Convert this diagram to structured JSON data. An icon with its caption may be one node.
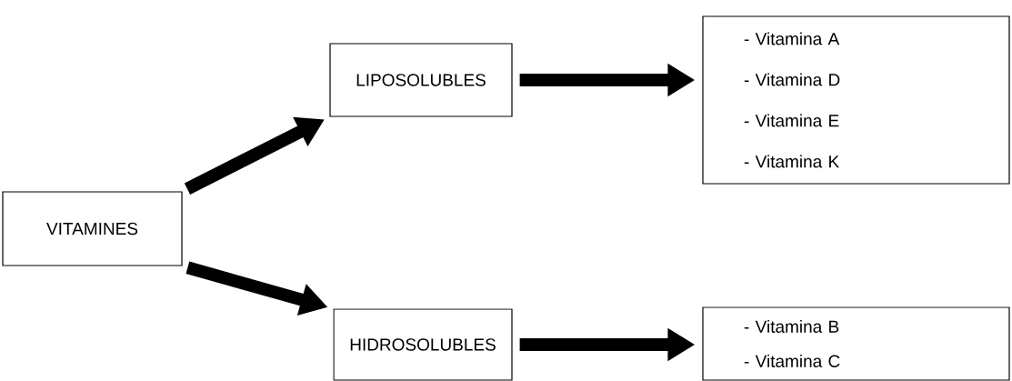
{
  "diagram": {
    "nodes": [
      {
        "text": [
          "VITAMINES"
        ]
      },
      {
        "text": [
          "LIPOSOLUBLES"
        ]
      },
      {
        "text": [
          "HIDROSOLUBLES"
        ]
      },
      {
        "text": [
          "-   Vitamina A",
          "-   Vitamina D",
          "-   Vitamina E",
          "-   Vitamina K"
        ]
      },
      {
        "text": [
          "-   Vitamina B",
          "-   Vitamina C"
        ]
      }
    ],
    "edges": [
      {
        "from": 0,
        "to": 1,
        "arrow": "to"
      },
      {
        "from": 0,
        "to": 2,
        "arrow": "to"
      },
      {
        "from": 1,
        "to": 3,
        "arrow": "to"
      },
      {
        "from": 2,
        "to": 4,
        "arrow": "to"
      }
    ]
  }
}
